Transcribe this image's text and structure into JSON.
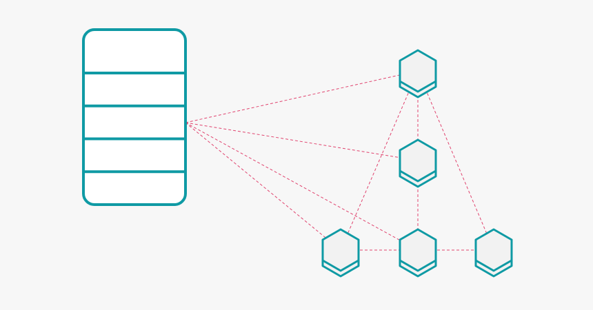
{
  "colors": {
    "background": "#f7f7f7",
    "node_stroke": "#0f9aa4",
    "node_fill": "#f2f2f2",
    "database_fill": "#ffffff",
    "link_stroke": "#e0436e"
  },
  "database": {
    "icon": "database-table-icon",
    "rows": 5
  },
  "nodes": [
    {
      "id": "top",
      "icon": "hexagon-stack-icon"
    },
    {
      "id": "middle",
      "icon": "hexagon-stack-icon"
    },
    {
      "id": "bottom-left",
      "icon": "hexagon-stack-icon"
    },
    {
      "id": "bottom-center",
      "icon": "hexagon-stack-icon"
    },
    {
      "id": "bottom-right",
      "icon": "hexagon-stack-icon"
    }
  ],
  "links": [
    {
      "from": "database",
      "to": "top"
    },
    {
      "from": "database",
      "to": "middle"
    },
    {
      "from": "database",
      "to": "bottom-left"
    },
    {
      "from": "database",
      "to": "bottom-center"
    },
    {
      "from": "top",
      "to": "middle"
    },
    {
      "from": "top",
      "to": "bottom-left"
    },
    {
      "from": "top",
      "to": "bottom-right"
    },
    {
      "from": "middle",
      "to": "bottom-center"
    },
    {
      "from": "bottom-left",
      "to": "bottom-center"
    },
    {
      "from": "bottom-center",
      "to": "bottom-right"
    }
  ]
}
